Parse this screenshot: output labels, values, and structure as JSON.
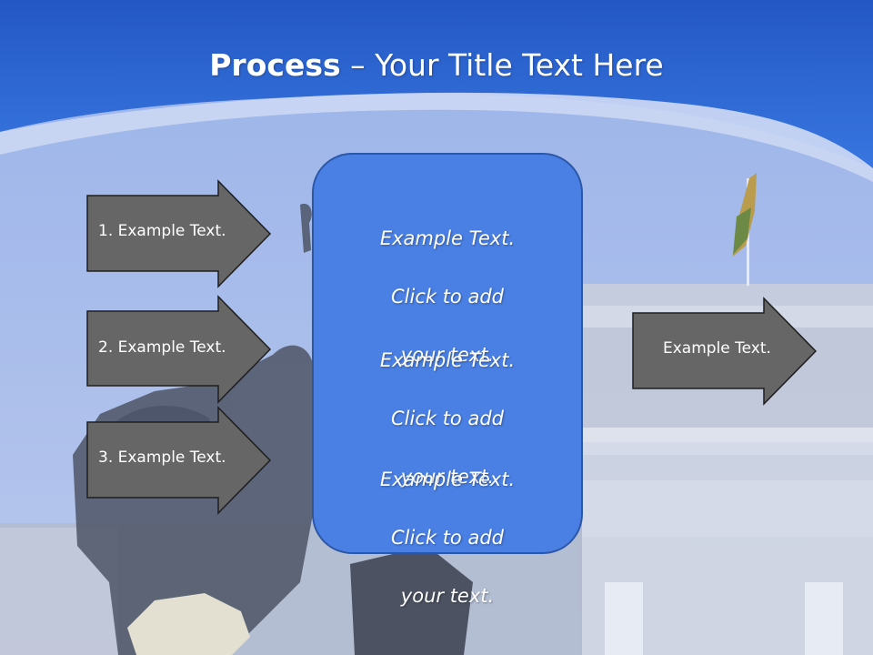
{
  "slide": {
    "title_bold": "Process",
    "title_rest": " – Your Title Text Here",
    "left_arrows": [
      {
        "label": "1. Example Text."
      },
      {
        "label": "2. Example Text."
      },
      {
        "label": "3. Example Text."
      }
    ],
    "center_box": {
      "paragraphs": [
        {
          "line1": "Example Text.",
          "line2": "Click  to add",
          "line3": "your text."
        },
        {
          "line1": "Example Text.",
          "line2": "Click  to add",
          "line3": "your text."
        },
        {
          "line1": "Example Text.",
          "line2": "Click  to add",
          "line3": "your text."
        }
      ]
    },
    "right_arrow": {
      "label": "Example Text."
    }
  },
  "colors": {
    "header_blue": "#2f6fd8",
    "arc_light": "#c9d6f3",
    "box_fill": "#4a80e4",
    "arrow_fill": "#666666"
  }
}
